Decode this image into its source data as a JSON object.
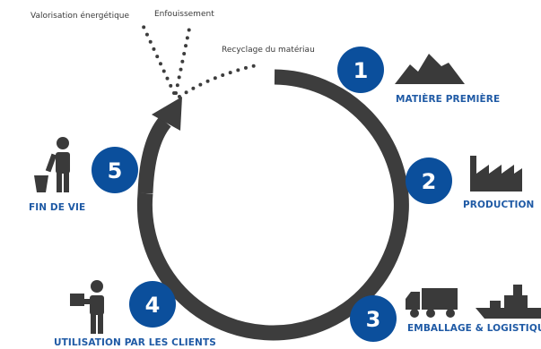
{
  "colors": {
    "blue": "#0b4f9c",
    "label_blue": "#1f5aa5",
    "ring": "#3d3d3d",
    "icon": "#3a3a3a"
  },
  "top_labels": {
    "energy": "Valorisation énergétique",
    "landfill": "Enfouissement",
    "recycling": "Recyclage du matériau"
  },
  "stages": [
    {
      "number": "1",
      "label": "MATIÈRE PREMIÈRE",
      "icon": "mountain-icon"
    },
    {
      "number": "2",
      "label": "PRODUCTION",
      "icon": "factory-icon"
    },
    {
      "number": "3",
      "label": "EMBALLAGE & LOGISTIQUE",
      "icon": "truck-and-ship-icon"
    },
    {
      "number": "4",
      "label": "UTILISATION PAR LES CLIENTS",
      "icon": "person-carrying-box-icon"
    },
    {
      "number": "5",
      "label": "FIN DE VIE",
      "icon": "person-with-bin-icon"
    }
  ]
}
